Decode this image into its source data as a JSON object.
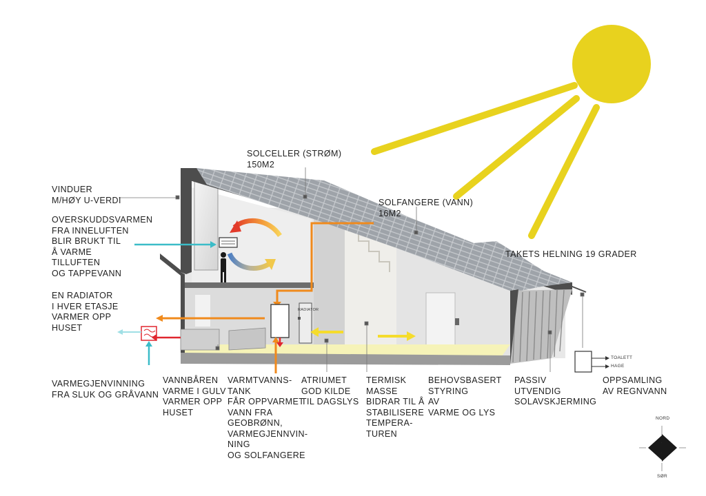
{
  "colors": {
    "sun": "#e8d21e",
    "orange": "#f08a1c",
    "cyan": "#3bbcc8",
    "red": "#e0262e",
    "yellow_arrow": "#f5dc2c",
    "floor": "#f6f3b8",
    "structure": "#4d4d4d",
    "wall": "#d9d9d9"
  },
  "icons": [
    "sun-icon",
    "compass-icon",
    "person-icon",
    "radiator-icon",
    "heat-exchanger-icon",
    "water-tank-icon",
    "rainwater-tank-icon"
  ],
  "labels": {
    "solceller": "SOLCELLER (STRØM)\n150M2",
    "solfangere": "SOLFANGERE (VANN)\n16M2",
    "vinduer": "VINDUER\nM/HØY U-VERDI",
    "overskudd": "OVERSKUDDSVARMEN\nFRA INNELUFTEN\nBLIR BRUKT TIL\n Å VARME\n TILLUFTEN\nOG TAPPEVANN",
    "radiator_text": "EN RADIATOR\n I HVER ETASJE\nVARMER OPP\nHUSET",
    "takets": "TAKETS HELNING 19 GRADER",
    "varmegjenvinning": "VARMEGJENVINNING\nFRA SLUK OG GRÅVANN",
    "vannbaren": "VANNBÅREN\nVARME I GULV\nVARMER OPP\nHUSET",
    "varmtvann": "VARMTVANNS-\nTANK\nFÅR OPPVARMET\nVANN FRA\nGEOBRØNN,\nVARMEGJENNVIN-\nNING\nOG SOLFANGERE",
    "atriumet": "ATRIUMET\nGOD KILDE\nTIL DAGSLYS",
    "termisk": "TERMISK\nMASSE\nBIDRAR TIL Å\nSTABILISERE\nTEMPERA-\nTUREN",
    "behovsbasert": "BEHOVSBASERT\nSTYRING\nAV\nVARME OG LYS",
    "passiv": "PASSIV\nUTVENDIG\nSOLAVSKJERMING",
    "oppsamling": "OPPSAMLING\nAV REGNVANN",
    "toalett": "TOALETT",
    "hage": "HAGE",
    "radiator_small": "RADIATOR",
    "nord": "NORD",
    "sor": "SØR"
  }
}
